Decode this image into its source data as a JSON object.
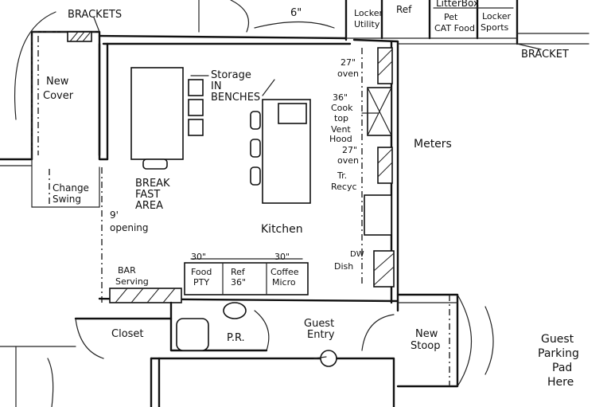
{
  "labels": {
    "brackets": "BRACKETS",
    "six_ft": "6\"",
    "locker_utility_1": "Locker",
    "locker_utility_2": "Utility",
    "ref_top": "Ref",
    "litter_box": "LitterBox",
    "pet_cat_food_1": "Pet",
    "pet_cat_food_2": "CAT Food",
    "locker_sports_1": "Locker",
    "locker_sports_2": "Sports",
    "bracket": "BRACKET",
    "new_cover_1": "New",
    "new_cover_2": "Cover",
    "storage_1": "Storage",
    "storage_2": "IN",
    "storage_3": "BENCHES",
    "oven27_top_1": "27\"",
    "oven27_top_2": "oven",
    "cooktop_1": "36\"",
    "cooktop_2": "Cook",
    "cooktop_3": "top",
    "vent_1": "Vent",
    "vent_2": "Hood",
    "oven27_bot_1": "27\"",
    "oven27_bot_2": "oven",
    "recyc_1": "Tr.",
    "recyc_2": "Recyc",
    "meters": "Meters",
    "change_swing_1": "Change",
    "change_swing_2": "Swing",
    "breakfast_1": "BREAK",
    "breakfast_2": "FAST",
    "breakfast_3": "AREA",
    "opening_1": "9'",
    "opening_2": "opening",
    "kitchen": "Kitchen",
    "dw": "DW",
    "dish": "Dish",
    "food_pty_dim": "30\"",
    "food_pty_1": "Food",
    "food_pty_2": "PTY",
    "ref36_1": "Ref",
    "ref36_2": "36\"",
    "coffee_dim": "30\"",
    "coffee_1": "Coffee",
    "coffee_2": "Micro",
    "bar_1": "BAR",
    "bar_2": "Serving",
    "closet": "Closet",
    "pr": "P.R.",
    "guest_entry_1": "Guest",
    "guest_entry_2": "Entry",
    "new_stoop_1": "New",
    "new_stoop_2": "Stoop",
    "parking_1": "Guest",
    "parking_2": "Parking",
    "parking_3": "Pad",
    "parking_4": "Here"
  }
}
